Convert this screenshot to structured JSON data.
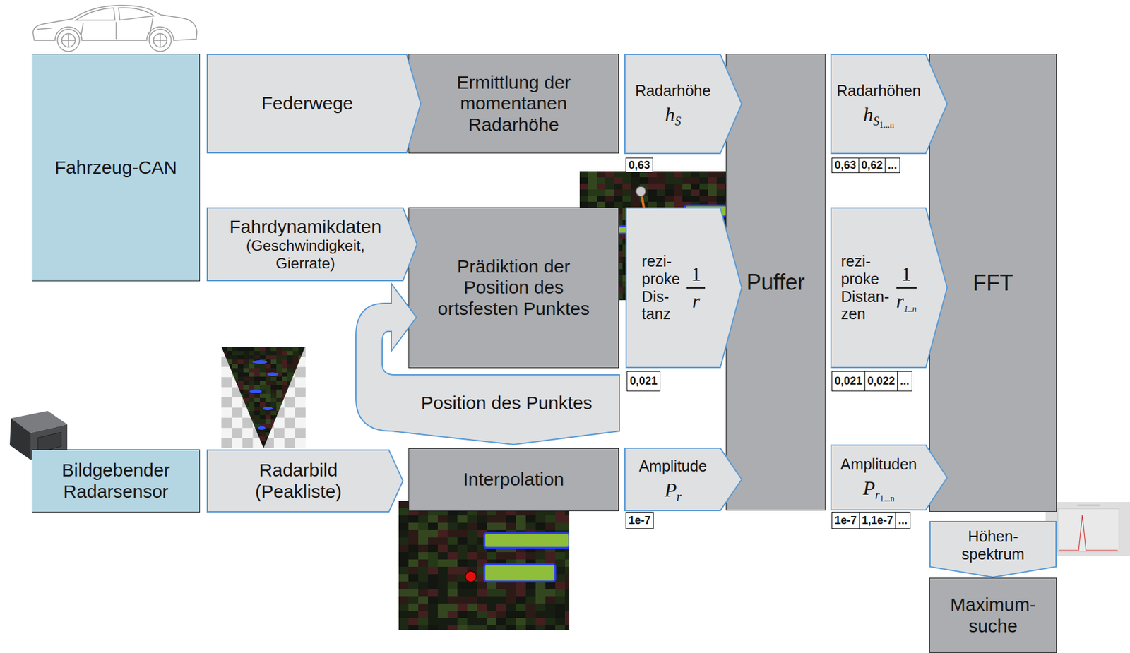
{
  "diagram": {
    "nodes": [
      {
        "text": [
          "Fahrzeug-CAN"
        ]
      },
      {
        "text": [
          "Federwege"
        ]
      },
      {
        "text": [
          "Ermittlung der momentanen Radarhöhe"
        ]
      },
      {
        "text": [
          "Radarhöhe",
          "h",
          "S"
        ]
      },
      {
        "text": [
          "Puffer"
        ]
      },
      {
        "text": [
          "Radarhöhen",
          "h",
          "S",
          "1...n"
        ]
      },
      {
        "text": [
          "FFT"
        ]
      },
      {
        "text": [
          "Fahrdynamikdaten",
          "(Geschwindigkeit, Gierrate)"
        ]
      },
      {
        "text": [
          "Prädiktion der Position des ortsfesten Punktes"
        ]
      },
      {
        "text": [
          "rezi- proke Dis- tanz",
          "1",
          "r"
        ]
      },
      {
        "text": [
          "rezi- proke Distan- zen",
          "1",
          "r",
          "1..n"
        ]
      },
      {
        "text": [
          "Position des Punktes"
        ]
      },
      {
        "text": [
          "Bildgebender Radarsensor"
        ]
      },
      {
        "text": [
          "Radarbild (Peakliste)"
        ]
      },
      {
        "text": [
          "Interpolation"
        ]
      },
      {
        "text": [
          "Amplitude",
          "P",
          "r"
        ]
      },
      {
        "text": [
          "Amplituden",
          "P",
          "r",
          "1...n"
        ]
      },
      {
        "text": [
          "Höhen- spektrum"
        ]
      },
      {
        "text": [
          "Maximum- suche"
        ]
      }
    ],
    "labels": [
      "0,63",
      "0,021",
      "1e-7",
      "0,63",
      "0,62",
      "...",
      "0,021",
      "0,022",
      "...",
      "1e-7",
      "1,1e-7",
      "..."
    ]
  }
}
